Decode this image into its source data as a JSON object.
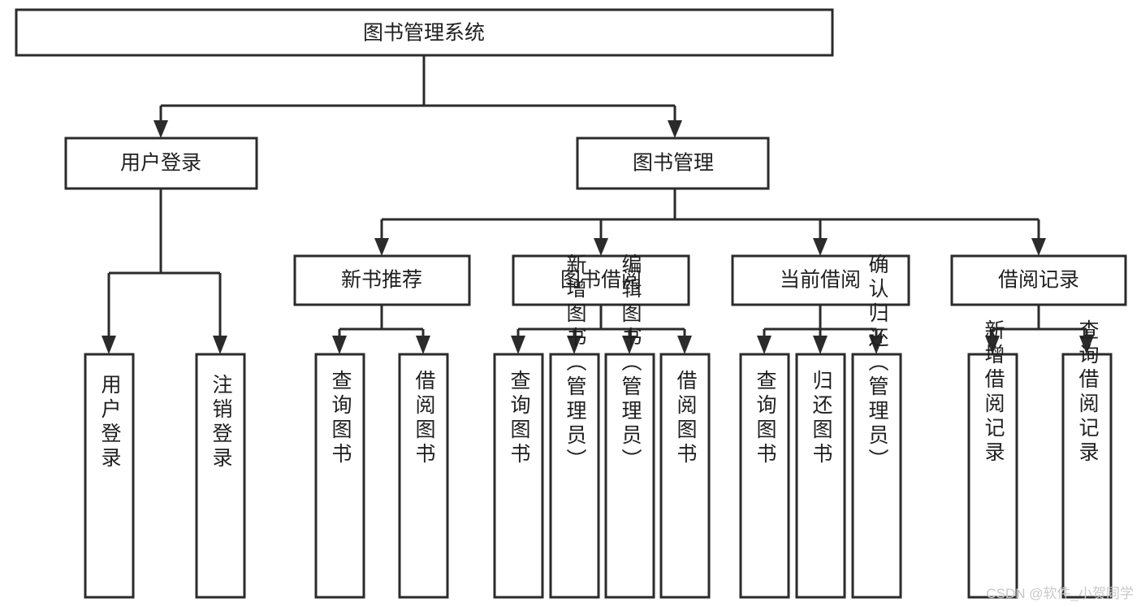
{
  "diagram": {
    "type": "tree",
    "title": "图书管理系统",
    "orientation": "top-down",
    "colors": {
      "box_stroke": "#2b2b2b",
      "box_fill": "#ffffff",
      "text": "#1f1f1f",
      "background": "#ffffff",
      "watermark": "#c9c9c9"
    },
    "nodes": {
      "root": {
        "label": "图书管理系统"
      },
      "level2": [
        {
          "id": "user-login",
          "label": "用户登录"
        },
        {
          "id": "book-management",
          "label": "图书管理"
        }
      ],
      "level3": [
        {
          "id": "new-book-recommend",
          "label": "新书推荐",
          "parent": "book-management"
        },
        {
          "id": "book-borrow",
          "label": "图书借阅",
          "parent": "book-management"
        },
        {
          "id": "current-borrow",
          "label": "当前借阅",
          "parent": "book-management"
        },
        {
          "id": "borrow-record",
          "label": "借阅记录",
          "parent": "book-management"
        }
      ],
      "leaves": [
        {
          "id": "leaf-user-login",
          "label": "用户登录",
          "parent": "user-login"
        },
        {
          "id": "leaf-logout-login",
          "label": "注销登录",
          "parent": "user-login"
        },
        {
          "id": "leaf-query-book-1",
          "label": "查询图书",
          "parent": "new-book-recommend"
        },
        {
          "id": "leaf-borrow-book-1",
          "label": "借阅图书",
          "parent": "new-book-recommend"
        },
        {
          "id": "leaf-query-book-2",
          "label": "查询图书",
          "parent": "book-borrow"
        },
        {
          "id": "leaf-add-book",
          "label": "新增图书（管理员）",
          "parent": "book-borrow"
        },
        {
          "id": "leaf-edit-book",
          "label": "编辑图书（管理员）",
          "parent": "book-borrow"
        },
        {
          "id": "leaf-borrow-book-2",
          "label": "借阅图书",
          "parent": "book-borrow"
        },
        {
          "id": "leaf-query-book-3",
          "label": "查询图书",
          "parent": "current-borrow"
        },
        {
          "id": "leaf-return-book",
          "label": "归还图书",
          "parent": "current-borrow"
        },
        {
          "id": "leaf-confirm-return",
          "label": "确认归还（管理员）",
          "parent": "current-borrow"
        },
        {
          "id": "leaf-add-record",
          "label": "新增借阅记录",
          "parent": "borrow-record"
        },
        {
          "id": "leaf-query-record",
          "label": "查询借阅记录",
          "parent": "borrow-record"
        }
      ]
    }
  },
  "watermark": {
    "text": "CSDN @软件_小贺同学"
  }
}
